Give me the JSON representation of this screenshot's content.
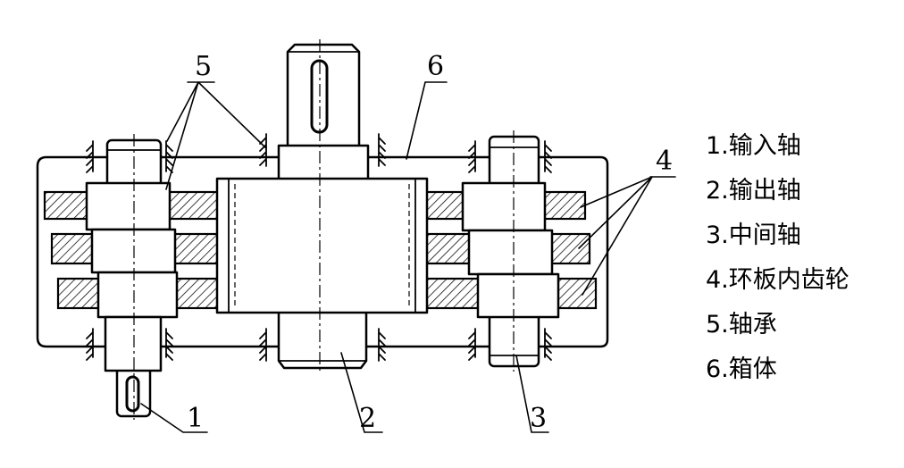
{
  "figure": {
    "callouts": {
      "input_shaft": "1",
      "output_shaft": "2",
      "intermediate_shaft": "3",
      "ring_plate_gear": "4",
      "bearing": "5",
      "housing": "6"
    },
    "legend": [
      "1.输入轴",
      "2.输出轴",
      "3.中间轴",
      "4.环板内齿轮",
      "5.轴承",
      "6.箱体"
    ]
  },
  "colors": {
    "ink": "#000000",
    "background": "#ffffff"
  }
}
